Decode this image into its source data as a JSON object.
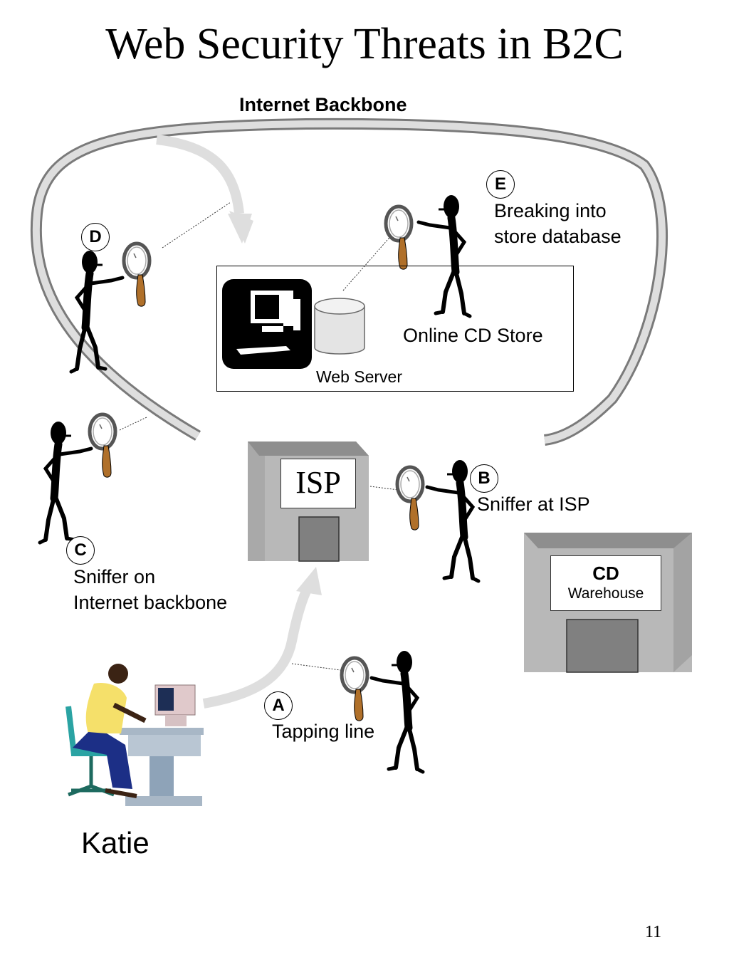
{
  "title": "Web Security Threats in B2C",
  "backbone_label": "Internet Backbone",
  "threats": {
    "a": {
      "letter": "A",
      "line1": "Tapping line"
    },
    "b": {
      "letter": "B",
      "line1": "Sniffer at ISP"
    },
    "c": {
      "letter": "C",
      "line1": "Sniffer on",
      "line2": "Internet backbone"
    },
    "d": {
      "letter": "D"
    },
    "e": {
      "letter": "E",
      "line1": "Breaking into",
      "line2": "store database"
    }
  },
  "store": {
    "label": "Online CD  Store",
    "server_label": "Web Server"
  },
  "isp": {
    "label": "ISP"
  },
  "warehouse": {
    "title": "CD",
    "subtitle": "Warehouse"
  },
  "user": {
    "name": "Katie"
  },
  "page_number": "11",
  "colors": {
    "arrow_fill": "#dedede",
    "arrow_edge": "#7a7a7a",
    "building": "#a9a9a9",
    "magnifier_handle": "#b0702a"
  }
}
